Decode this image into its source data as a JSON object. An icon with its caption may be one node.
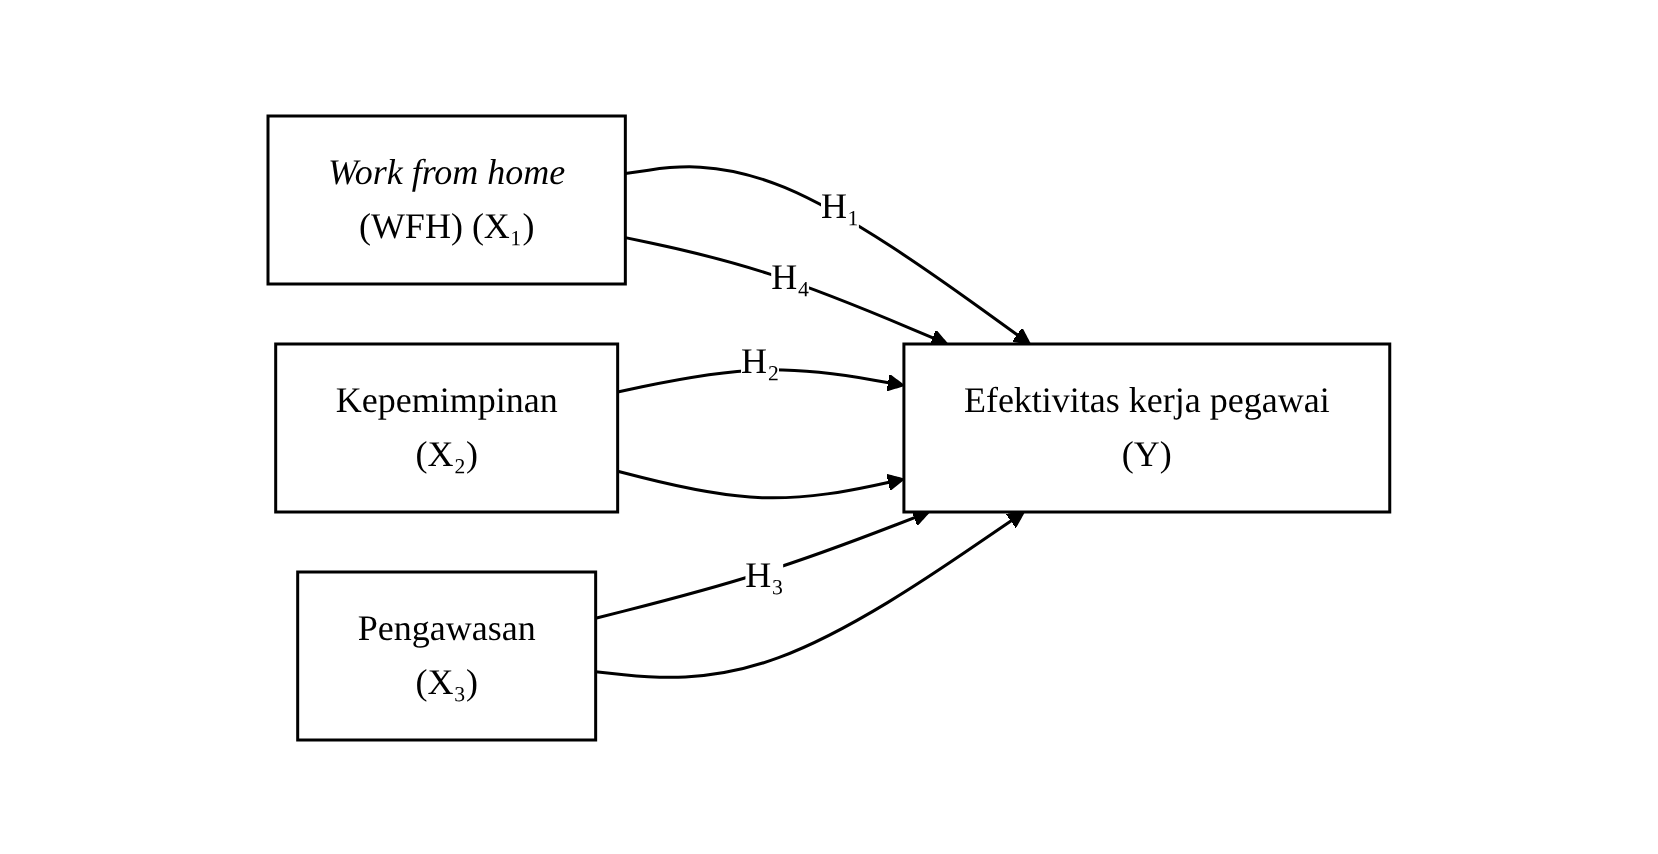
{
  "diagram": {
    "nodes": [
      {
        "text": [
          "Work from home",
          "(WFH) (X₁)"
        ]
      },
      {
        "text": [
          "Kepemimpinan",
          "(X₂)"
        ]
      },
      {
        "text": [
          "Pengawasan",
          "(X₃)"
        ]
      },
      {
        "text": [
          "Efektivitas kerja pegawai",
          "(Y)"
        ]
      }
    ],
    "edges": [
      {
        "from": 0,
        "to": 3,
        "arrow": "to",
        "label": "H₁"
      },
      {
        "from": 1,
        "to": 3,
        "arrow": "to",
        "label": "H₂"
      },
      {
        "from": 2,
        "to": 3,
        "arrow": "to",
        "label": "H₃"
      },
      {
        "from": 0,
        "to": 3,
        "arrow": "to",
        "label": "H₄"
      },
      {
        "from": 1,
        "to": 3,
        "arrow": "to"
      },
      {
        "from": 2,
        "to": 3,
        "arrow": "to"
      }
    ]
  }
}
